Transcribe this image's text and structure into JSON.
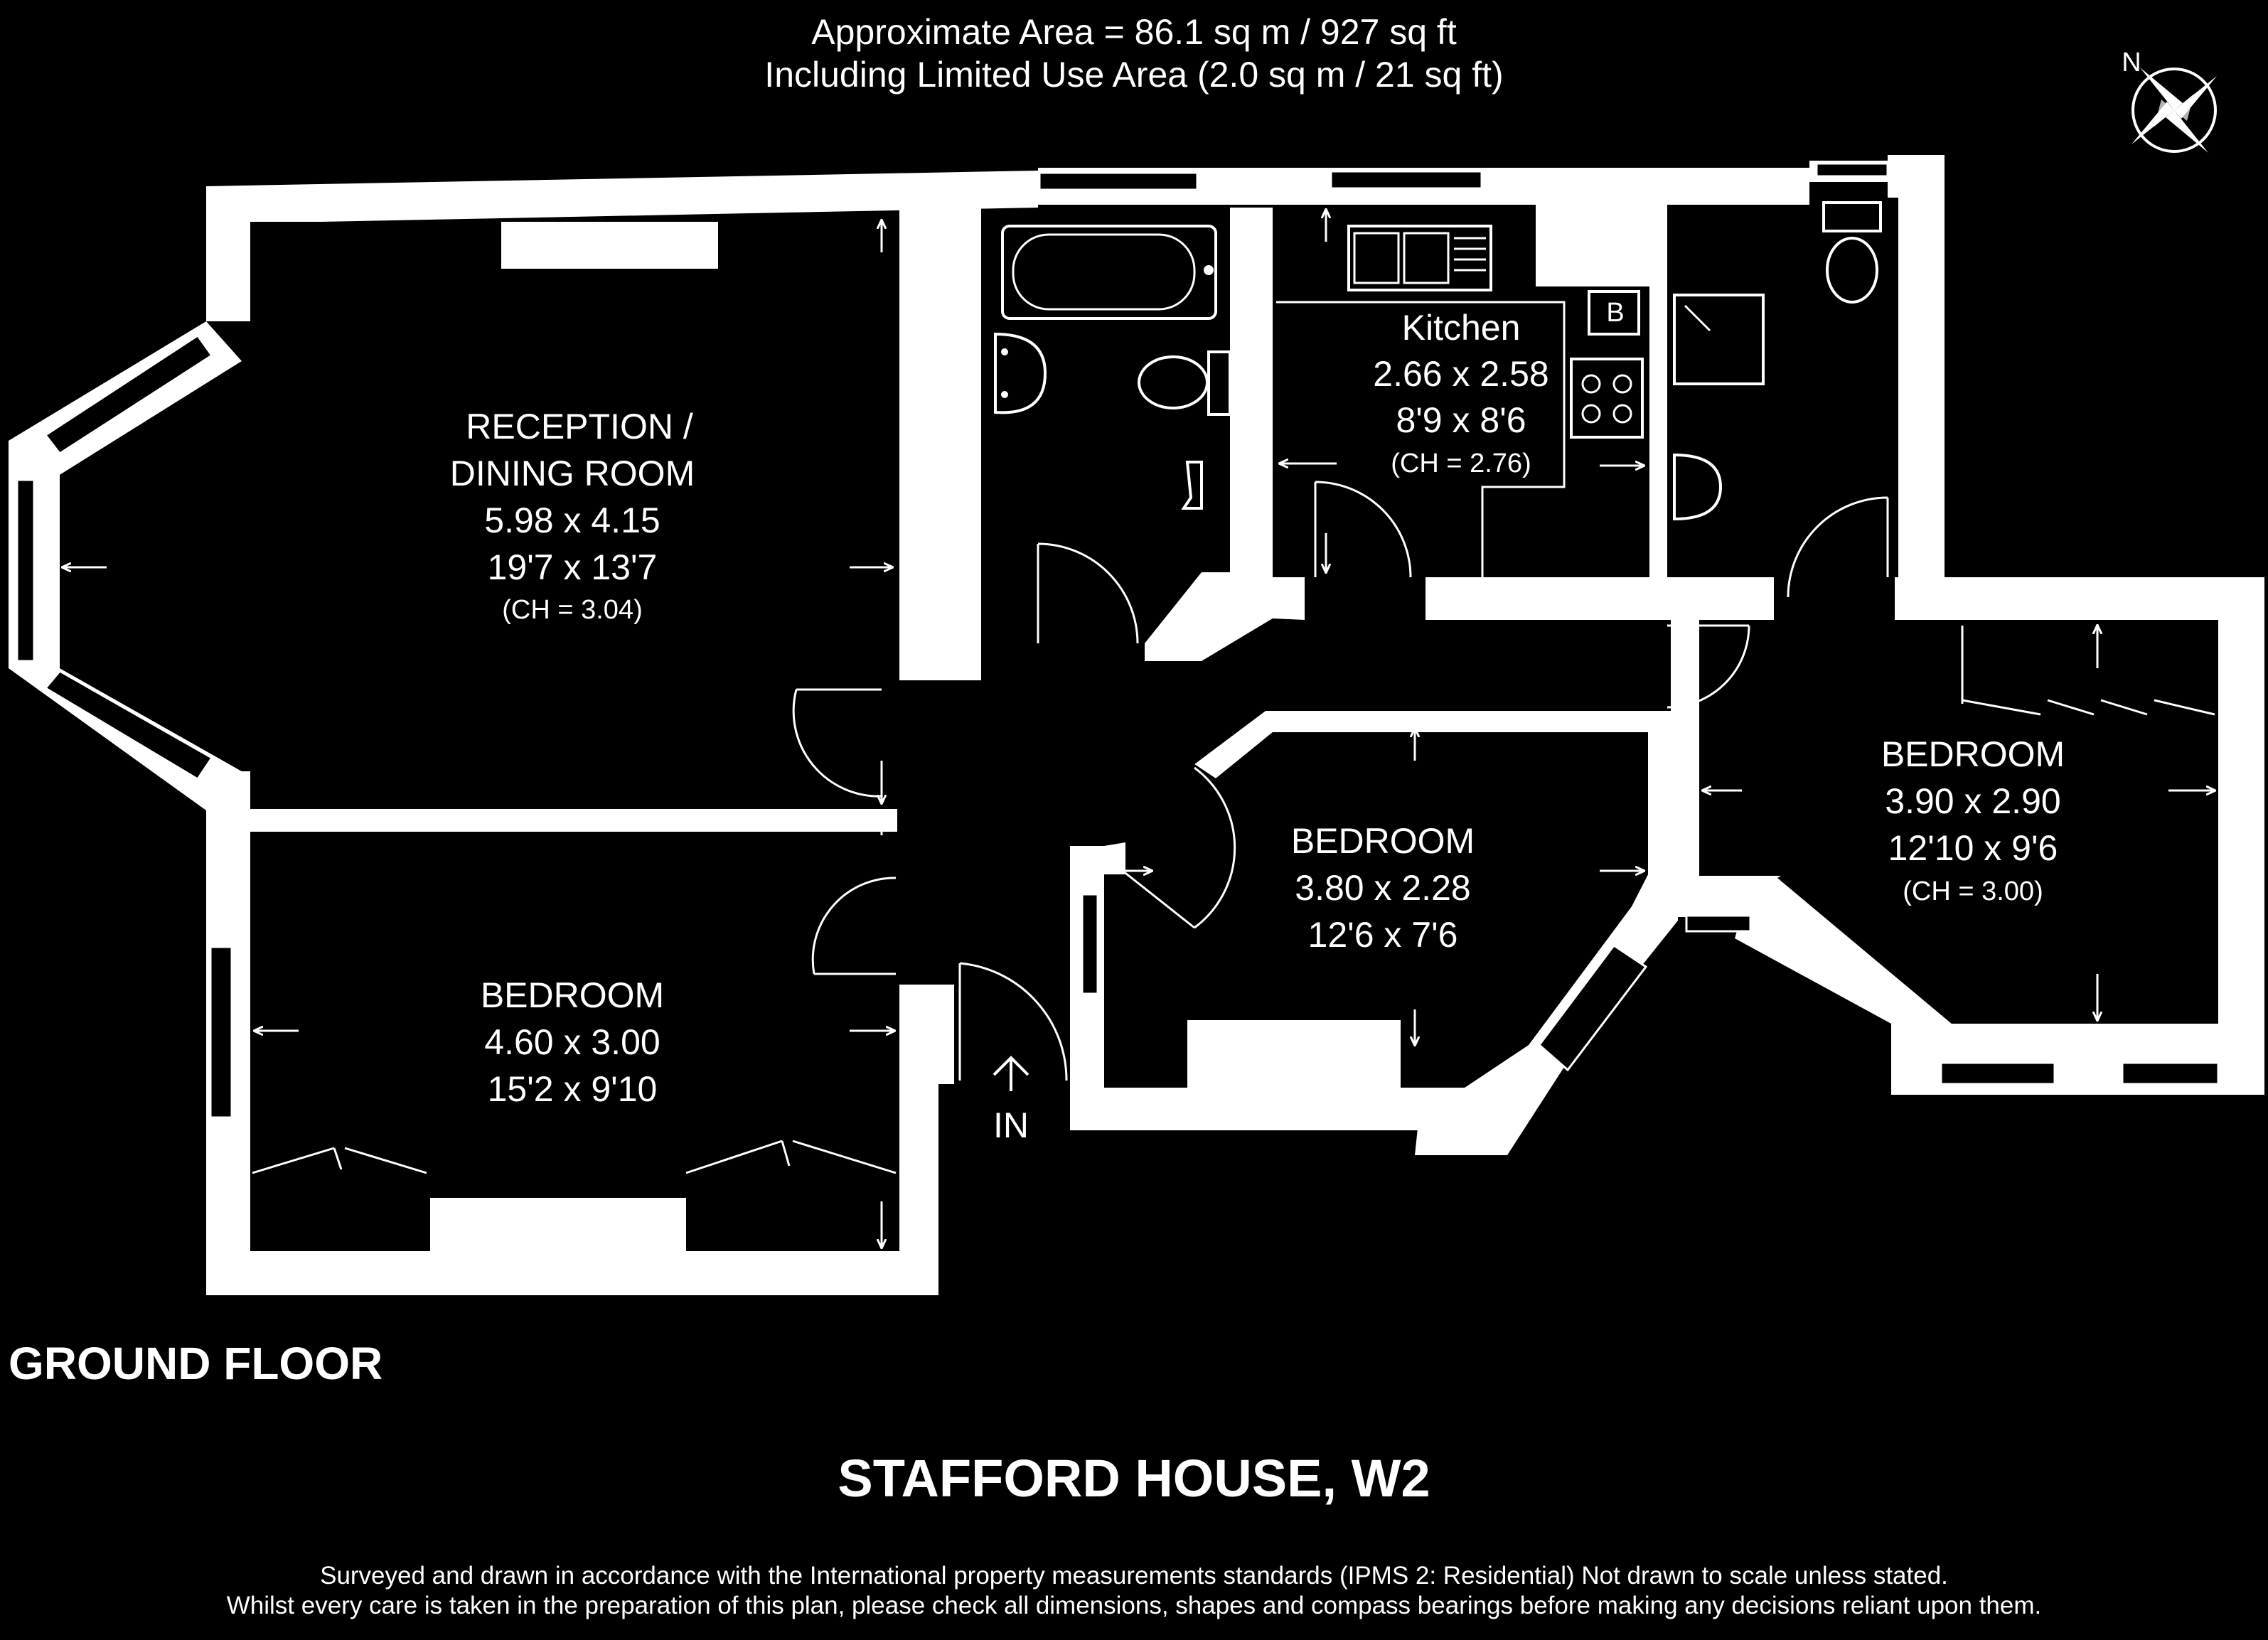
{
  "header": {
    "area_line": "Approximate Area = 86.1 sq m / 927 sq ft",
    "limited_use_line": "Including Limited Use Area (2.0 sq m / 21 sq ft)"
  },
  "compass": {
    "label": "N",
    "icon": "compass-rose-icon"
  },
  "rooms": {
    "reception": {
      "name_line1": "RECEPTION /",
      "name_line2": "DINING ROOM",
      "metric": "5.98 x 4.15",
      "imperial": "19'7 x 13'7",
      "ceiling": "(CH = 3.04)"
    },
    "kitchen": {
      "name": "Kitchen",
      "metric": "2.66 x 2.58",
      "imperial": "8'9 x 8'6",
      "ceiling": "(CH = 2.76)",
      "boiler": "B"
    },
    "bedroom_front": {
      "name": "BEDROOM",
      "metric": "4.60 x 3.00",
      "imperial": "15'2 x 9'10"
    },
    "bedroom_middle": {
      "name": "BEDROOM",
      "metric": "3.80 x 2.28",
      "imperial": "12'6 x 7'6"
    },
    "bedroom_right": {
      "name": "BEDROOM",
      "metric": "3.90 x 2.90",
      "imperial": "12'10 x 9'6",
      "ceiling": "(CH = 3.00)"
    }
  },
  "entrance": {
    "label": "IN"
  },
  "floor_label": "GROUND FLOOR",
  "property_title": "STAFFORD HOUSE, W2",
  "disclaimer": {
    "line1": "Surveyed and drawn in accordance with the International property measurements standards (IPMS 2: Residential) Not drawn to scale unless stated.",
    "line2": "Whilst every care is taken in the preparation of this plan, please check all dimensions, shapes and compass bearings before making any decisions reliant upon them."
  }
}
